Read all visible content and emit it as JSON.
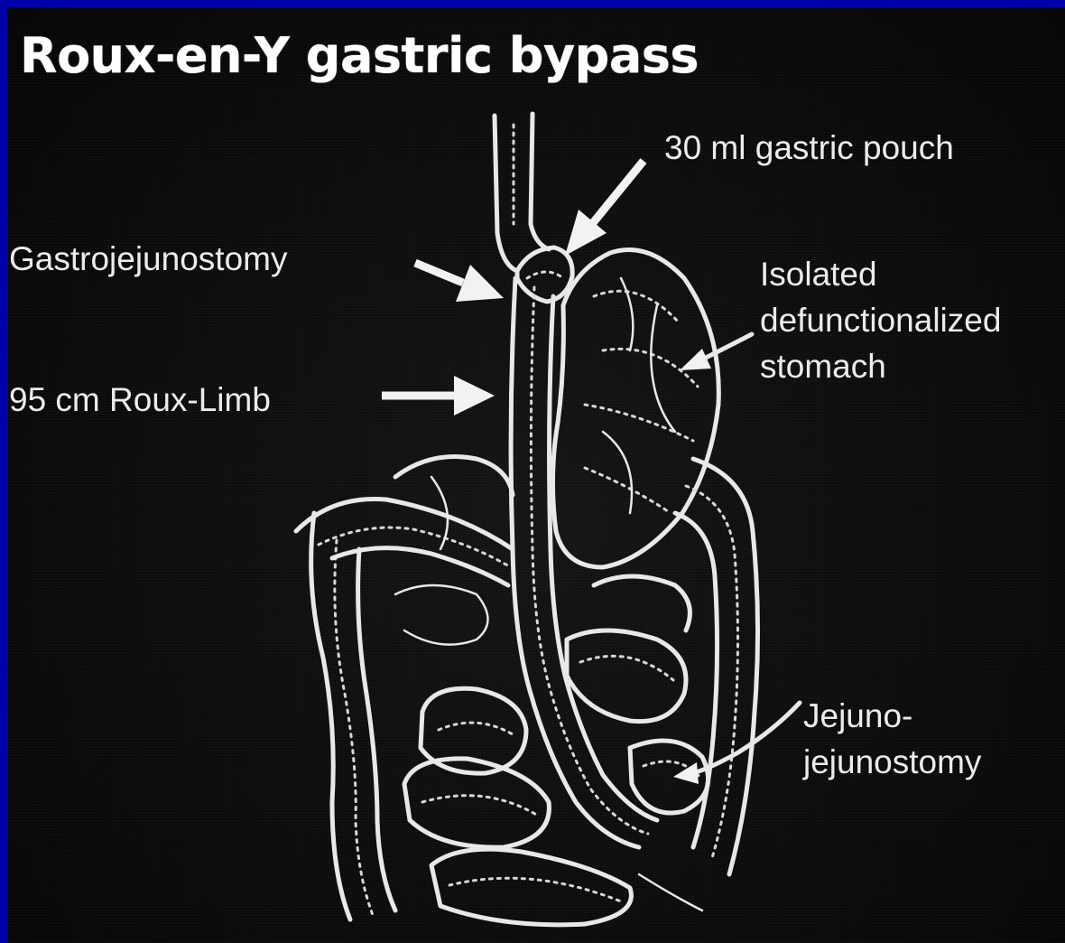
{
  "title": "Roux-en-Y gastric bypass",
  "labels": {
    "gastric_pouch": "30 ml gastric pouch",
    "gastrojejunostomy": "Gastrojejunostomy",
    "roux_limb": "95 cm Roux-Limb",
    "isolated_stomach": [
      "Isolated",
      "defunctionalized",
      "stomach"
    ],
    "jejunojejunostomy": [
      "Jejuno-",
      "jejunostomy"
    ]
  },
  "colors": {
    "frame": "#0000a8",
    "background": "#0b0b0b",
    "ink": "#e8e8e8"
  }
}
